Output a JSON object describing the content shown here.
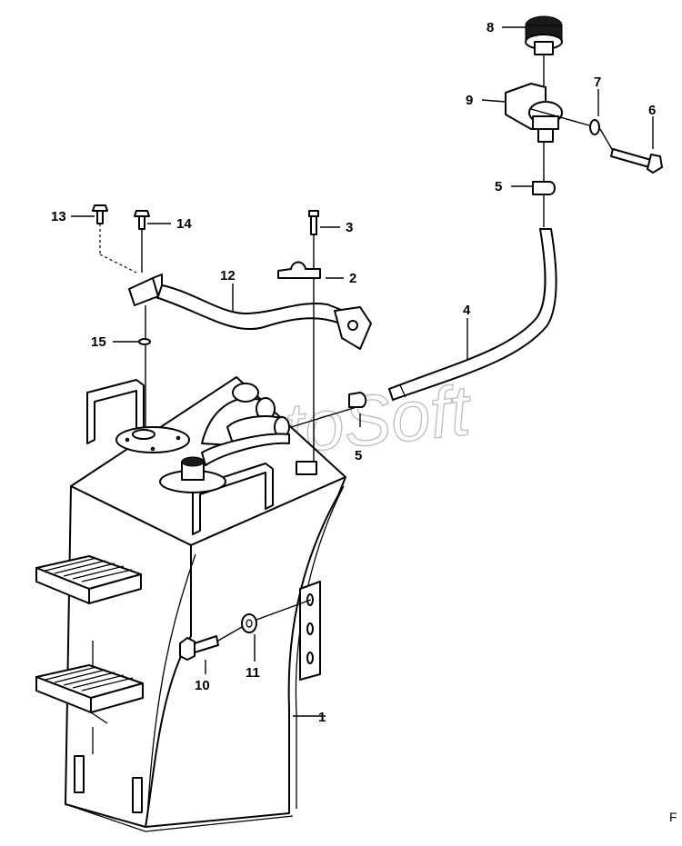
{
  "watermark": "AutoSoft",
  "corner_label": "F",
  "callouts": {
    "c1": "1",
    "c2": "2",
    "c3": "3",
    "c4": "4",
    "c5a": "5",
    "c5b": "5",
    "c6": "6",
    "c7": "7",
    "c8": "8",
    "c9": "9",
    "c10": "10",
    "c11": "11",
    "c12": "12",
    "c13": "13",
    "c14": "14",
    "c15": "15"
  }
}
